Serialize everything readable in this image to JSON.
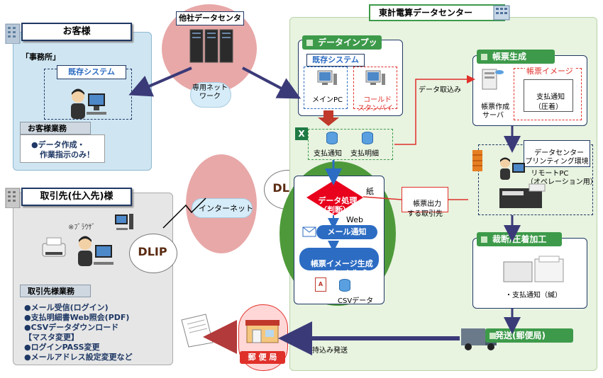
{
  "customer": {
    "title": "お客様",
    "office": "「事務所」",
    "existing_system": "既存システム",
    "work_title": "お客様業務",
    "work_items": [
      "●データ作成・",
      "作業指示のみ！"
    ]
  },
  "other_dc": {
    "title": "他社データセンター",
    "network": "専用ネットワーク"
  },
  "internet": {
    "label": "インターネット",
    "dlip": "DLIP"
  },
  "supplier": {
    "title": "取引先(仕入先)様",
    "browser_note": "※ﾌﾞﾗｳｻﾞ",
    "dlip": "DLIP",
    "work_title": "取引先様業務",
    "work_items": [
      "●メール受信(ログイン)",
      "●支払明細書Web照会(PDF)",
      "●CSVデータダウンロード",
      "【マスタ変更】",
      "●ログインPASS変更",
      "●メールアドレス設定変更など"
    ]
  },
  "toukei": {
    "title": "東計電算データセンター",
    "data_input": "データインプット",
    "existing_system": "既存システム",
    "main_pc": "メインPC",
    "cold_standby": "コールド\nスタンバイ",
    "pay_notice": "支払通知",
    "pay_detail": "支払明細",
    "data_process": "データ処理\n（判断）",
    "paper": "紙",
    "web": "Web",
    "mail_notice": "メール通知",
    "form_gen": "帳票イメージ生成\nCSVデータ生成",
    "csv_data": "CSVデータ",
    "data_fetch": "データ取込み",
    "print_target": "帳票出力\nする取引先",
    "form_creation": "帳票生成",
    "form_image": "帳票イメージ",
    "form_server": "帳票作成\nサーバ",
    "pay_notice_crimp": "支払通知\n（圧着）",
    "printing_env": "データセンター\nプリンティング環境",
    "remote_pc": "リモートPC\n（オペレーション用）",
    "cutting": "裁断/圧着加工",
    "pay_notice_sealed": "・支払通知（緘）",
    "shipping": "発送(郵便局)",
    "bring_ship": "持込み発送",
    "post_office": "郵 便 局"
  },
  "colors": {
    "customer_bg": "#cfe6f2",
    "supplier_bg": "#e6e6e6",
    "toukei_bg": "#e8f3e0",
    "green": "#3d9a4a",
    "navy": "#1f3864",
    "red": "#e0302a",
    "blue": "#2c6cc3",
    "pink": "#e8a8a8"
  }
}
